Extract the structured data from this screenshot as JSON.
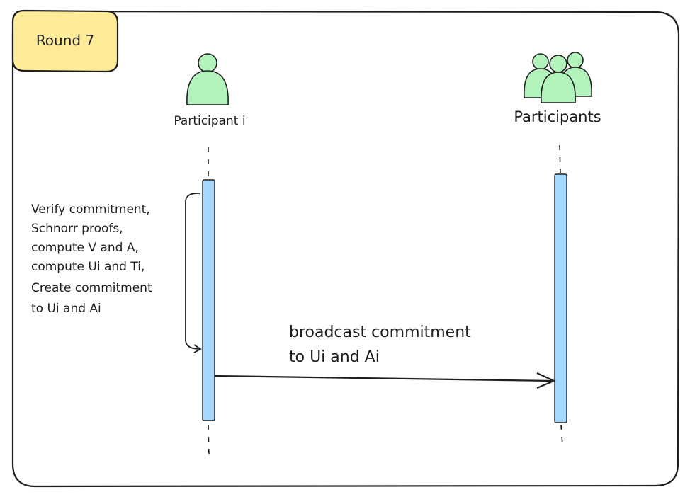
{
  "round_label": "Round 7",
  "participant_single": {
    "label": "Participant i",
    "icon": "person-icon",
    "color": "#b2f2bb"
  },
  "participant_group": {
    "label": "Participants",
    "icon": "group-icon",
    "color": "#b2f2bb"
  },
  "activation_color": "#a5d8ff",
  "round_badge_color": "#ffec99",
  "self_note_lines": [
    "Verify commitment,",
    "Schnorr proofs,",
    "compute V and A,",
    "compute Ui and Ti,",
    "Create commitment",
    "to Ui and Ai"
  ],
  "message_lines": [
    "broadcast commitment",
    "to Ui and Ai"
  ]
}
